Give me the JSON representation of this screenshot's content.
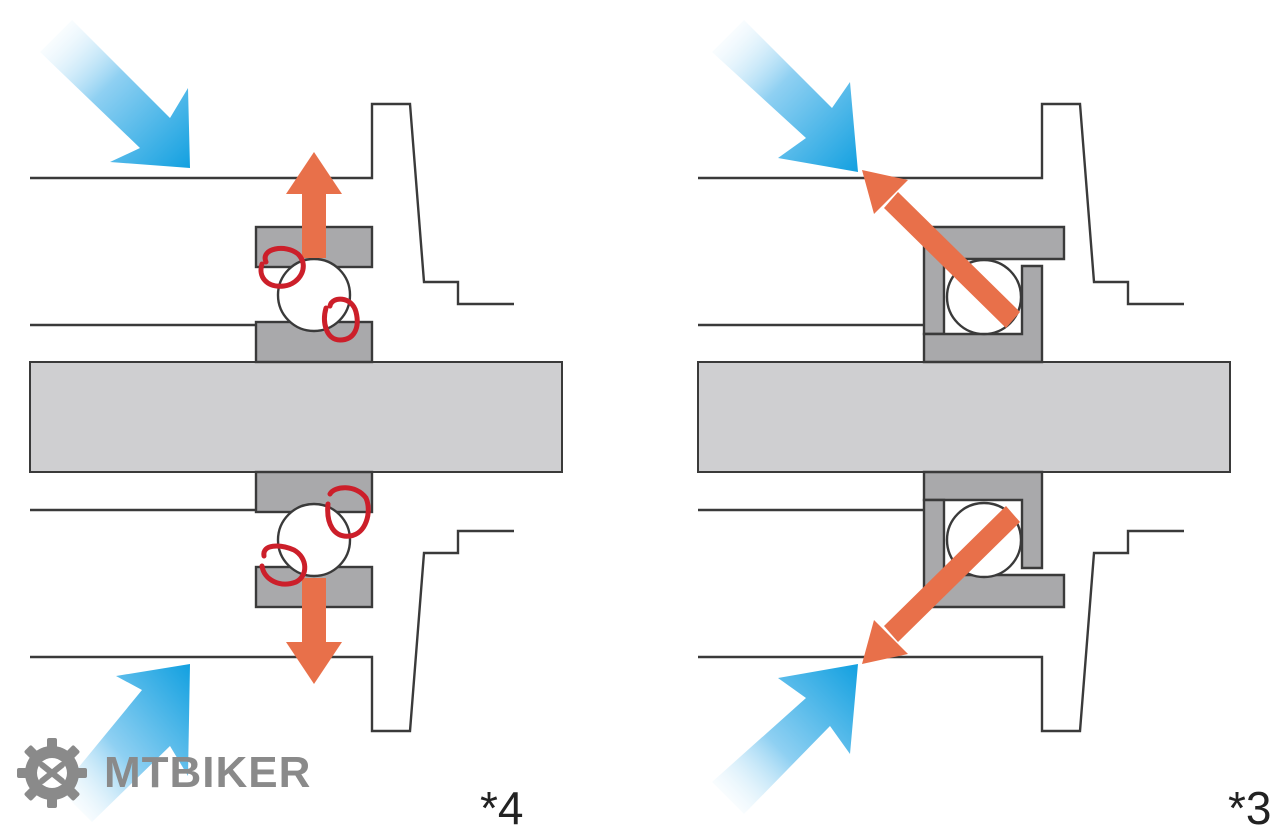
{
  "logo": {
    "text": "MTBIKER",
    "icon": "gear-icon",
    "color": "#8a8a8a"
  },
  "captions": {
    "left_marker": "*4",
    "right_marker": "*3"
  },
  "colors": {
    "shaft": "#cfcfd1",
    "race": "#a9a9ab",
    "ball": "#ffffff",
    "outline": "#3a3a3a",
    "force_arrow": "#e8704a",
    "load_arrow": "#2aa6e0",
    "annotation": "#cc1f2a"
  },
  "panels": [
    {
      "name": "radial-ball-bearing",
      "force_direction": "radial"
    },
    {
      "name": "angular-contact-bearing",
      "force_direction": "angular"
    }
  ]
}
